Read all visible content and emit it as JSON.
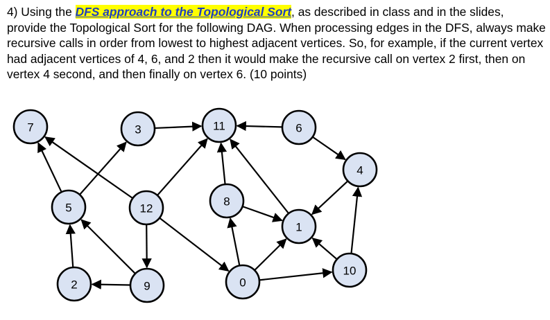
{
  "question": {
    "prefix": "4) Using the ",
    "highlight": "DFS approach to the Topological Sort",
    "suffix": ", as described in class and in the slides, provide the Topological Sort for the following DAG.  When processing edges in the DFS, always make recursive calls in order from lowest to highest adjacent vertices. So, for example, if the current vertex had adjacent vertices of 4, 6, and 2 then it would make the recursive call on vertex 2 first, then on vertex 4 second, and then finally on vertex 6.  (10 points)"
  },
  "colors": {
    "node_fill": "#dae3f3",
    "stroke": "#000000",
    "highlight_bg": "#ffff00",
    "highlight_text": "#1f3fbf"
  },
  "graph": {
    "nodes": [
      {
        "id": "7",
        "label": "7"
      },
      {
        "id": "3",
        "label": "3"
      },
      {
        "id": "11",
        "label": "11"
      },
      {
        "id": "6",
        "label": "6"
      },
      {
        "id": "4",
        "label": "4"
      },
      {
        "id": "5",
        "label": "5"
      },
      {
        "id": "12",
        "label": "12"
      },
      {
        "id": "8",
        "label": "8"
      },
      {
        "id": "1",
        "label": "1"
      },
      {
        "id": "2",
        "label": "2"
      },
      {
        "id": "9",
        "label": "9"
      },
      {
        "id": "0",
        "label": "0"
      },
      {
        "id": "10",
        "label": "10"
      }
    ],
    "edges": [
      {
        "from": "3",
        "to": "11"
      },
      {
        "from": "6",
        "to": "11"
      },
      {
        "from": "6",
        "to": "4"
      },
      {
        "from": "5",
        "to": "7"
      },
      {
        "from": "5",
        "to": "3"
      },
      {
        "from": "12",
        "to": "7"
      },
      {
        "from": "12",
        "to": "11"
      },
      {
        "from": "12",
        "to": "9"
      },
      {
        "from": "12",
        "to": "0"
      },
      {
        "from": "8",
        "to": "11"
      },
      {
        "from": "8",
        "to": "1"
      },
      {
        "from": "1",
        "to": "11"
      },
      {
        "from": "4",
        "to": "1"
      },
      {
        "from": "2",
        "to": "5"
      },
      {
        "from": "9",
        "to": "2"
      },
      {
        "from": "9",
        "to": "5"
      },
      {
        "from": "0",
        "to": "8"
      },
      {
        "from": "0",
        "to": "1"
      },
      {
        "from": "0",
        "to": "10"
      },
      {
        "from": "10",
        "to": "1"
      },
      {
        "from": "10",
        "to": "4"
      }
    ]
  }
}
